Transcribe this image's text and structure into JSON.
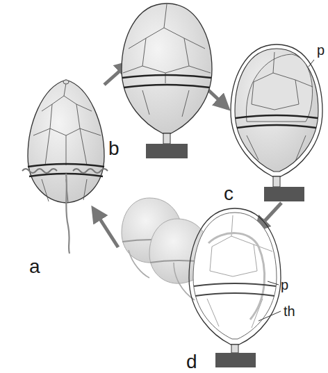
{
  "diagram": {
    "labels": [
      "b",
      "p",
      "a",
      "c",
      "d",
      "p",
      "th"
    ]
  }
}
